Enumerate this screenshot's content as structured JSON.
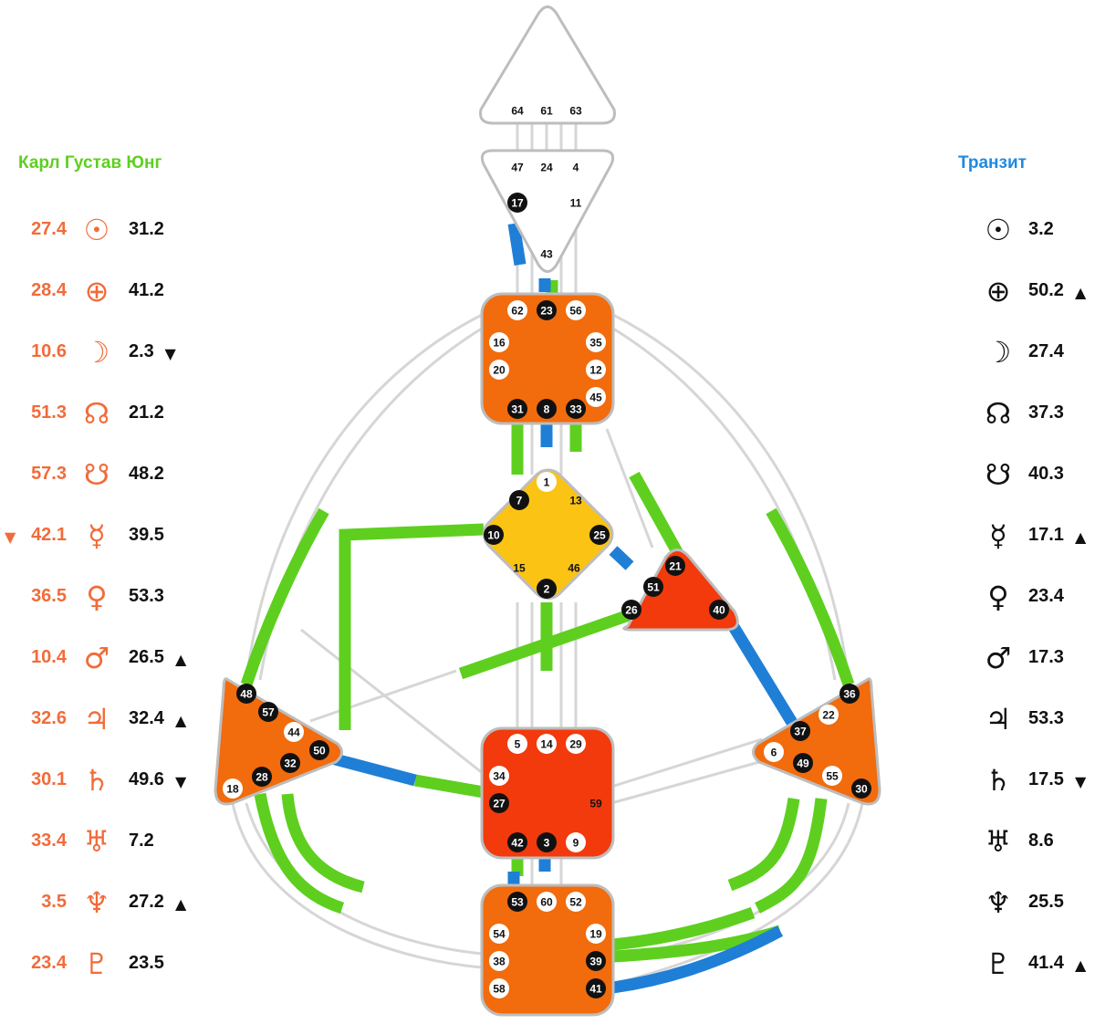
{
  "header": {
    "design_name": "Карл Густав Юнг",
    "transit_label": "Транзит"
  },
  "colors": {
    "design_text": "#f26b3a",
    "transit_title": "#1f8ae0",
    "personality_text": "#111111",
    "channel_green": "#5ecf1f",
    "channel_blue": "#1f7fd6",
    "channel_empty": "#d6d6d6",
    "center_orange": "#f26b0c",
    "center_yellow": "#fbc314",
    "center_red": "#f23a0c"
  },
  "planets": [
    {
      "icon": "sun-icon",
      "symbol": "☉",
      "design": "27.4",
      "personality": "31.2",
      "p_arrow": "",
      "d_arrow": "",
      "transit": "3.2",
      "t_arrow": ""
    },
    {
      "icon": "earth-icon",
      "symbol": "⊕",
      "design": "28.4",
      "personality": "41.2",
      "p_arrow": "",
      "d_arrow": "",
      "transit": "50.2",
      "t_arrow": "▲"
    },
    {
      "icon": "moon-icon",
      "symbol": "☽",
      "design": "10.6",
      "personality": "2.3",
      "p_arrow": "▼",
      "d_arrow": "",
      "transit": "27.4",
      "t_arrow": ""
    },
    {
      "icon": "north-node-icon",
      "symbol": "☊",
      "design": "51.3",
      "personality": "21.2",
      "p_arrow": "",
      "d_arrow": "",
      "transit": "37.3",
      "t_arrow": ""
    },
    {
      "icon": "south-node-icon",
      "symbol": "☋",
      "design": "57.3",
      "personality": "48.2",
      "p_arrow": "",
      "d_arrow": "",
      "transit": "40.3",
      "t_arrow": ""
    },
    {
      "icon": "mercury-icon",
      "symbol": "☿",
      "design": "42.1",
      "personality": "39.5",
      "p_arrow": "",
      "d_arrow": "▼",
      "transit": "17.1",
      "t_arrow": "▲"
    },
    {
      "icon": "venus-icon",
      "symbol": "♀",
      "design": "36.5",
      "personality": "53.3",
      "p_arrow": "",
      "d_arrow": "",
      "transit": "23.4",
      "t_arrow": ""
    },
    {
      "icon": "mars-icon",
      "symbol": "♂",
      "design": "10.4",
      "personality": "26.5",
      "p_arrow": "▲",
      "d_arrow": "",
      "transit": "17.3",
      "t_arrow": ""
    },
    {
      "icon": "jupiter-icon",
      "symbol": "♃",
      "design": "32.6",
      "personality": "32.4",
      "p_arrow": "▲",
      "d_arrow": "",
      "transit": "53.3",
      "t_arrow": ""
    },
    {
      "icon": "saturn-icon",
      "symbol": "♄",
      "design": "30.1",
      "personality": "49.6",
      "p_arrow": "▼",
      "d_arrow": "",
      "transit": "17.5",
      "t_arrow": "▼"
    },
    {
      "icon": "uranus-icon",
      "symbol": "♅",
      "design": "33.4",
      "personality": "7.2",
      "p_arrow": "",
      "d_arrow": "",
      "transit": "8.6",
      "t_arrow": ""
    },
    {
      "icon": "neptune-icon",
      "symbol": "♆",
      "design": "3.5",
      "personality": "27.2",
      "p_arrow": "▲",
      "d_arrow": "",
      "transit": "25.5",
      "t_arrow": ""
    },
    {
      "icon": "pluto-icon",
      "symbol": "♇",
      "design": "23.4",
      "personality": "23.5",
      "p_arrow": "",
      "d_arrow": "",
      "transit": "41.4",
      "t_arrow": "▲"
    }
  ],
  "centers": {
    "head": {
      "name": "head-center",
      "gates": [
        "64",
        "61",
        "63"
      ]
    },
    "ajna": {
      "name": "ajna-center",
      "gates": [
        "47",
        "24",
        "4",
        "17",
        "11",
        "43"
      ]
    },
    "throat": {
      "name": "throat-center",
      "gates": [
        "62",
        "23",
        "56",
        "16",
        "35",
        "20",
        "12",
        "45",
        "31",
        "8",
        "33"
      ]
    },
    "g": {
      "name": "g-center",
      "gates": [
        "1",
        "7",
        "13",
        "10",
        "25",
        "15",
        "46",
        "2"
      ]
    },
    "heart": {
      "name": "heart-center",
      "gates": [
        "21",
        "51",
        "26",
        "40"
      ]
    },
    "spleen": {
      "name": "spleen-center",
      "gates": [
        "48",
        "57",
        "44",
        "50",
        "32",
        "28",
        "18"
      ]
    },
    "solar": {
      "name": "solar-plexus-center",
      "gates": [
        "36",
        "22",
        "37",
        "6",
        "49",
        "55",
        "30"
      ]
    },
    "sacral": {
      "name": "sacral-center",
      "gates": [
        "5",
        "14",
        "29",
        "34",
        "27",
        "59",
        "42",
        "3",
        "9"
      ]
    },
    "root": {
      "name": "root-center",
      "gates": [
        "53",
        "60",
        "52",
        "54",
        "19",
        "38",
        "39",
        "58",
        "41"
      ]
    }
  }
}
